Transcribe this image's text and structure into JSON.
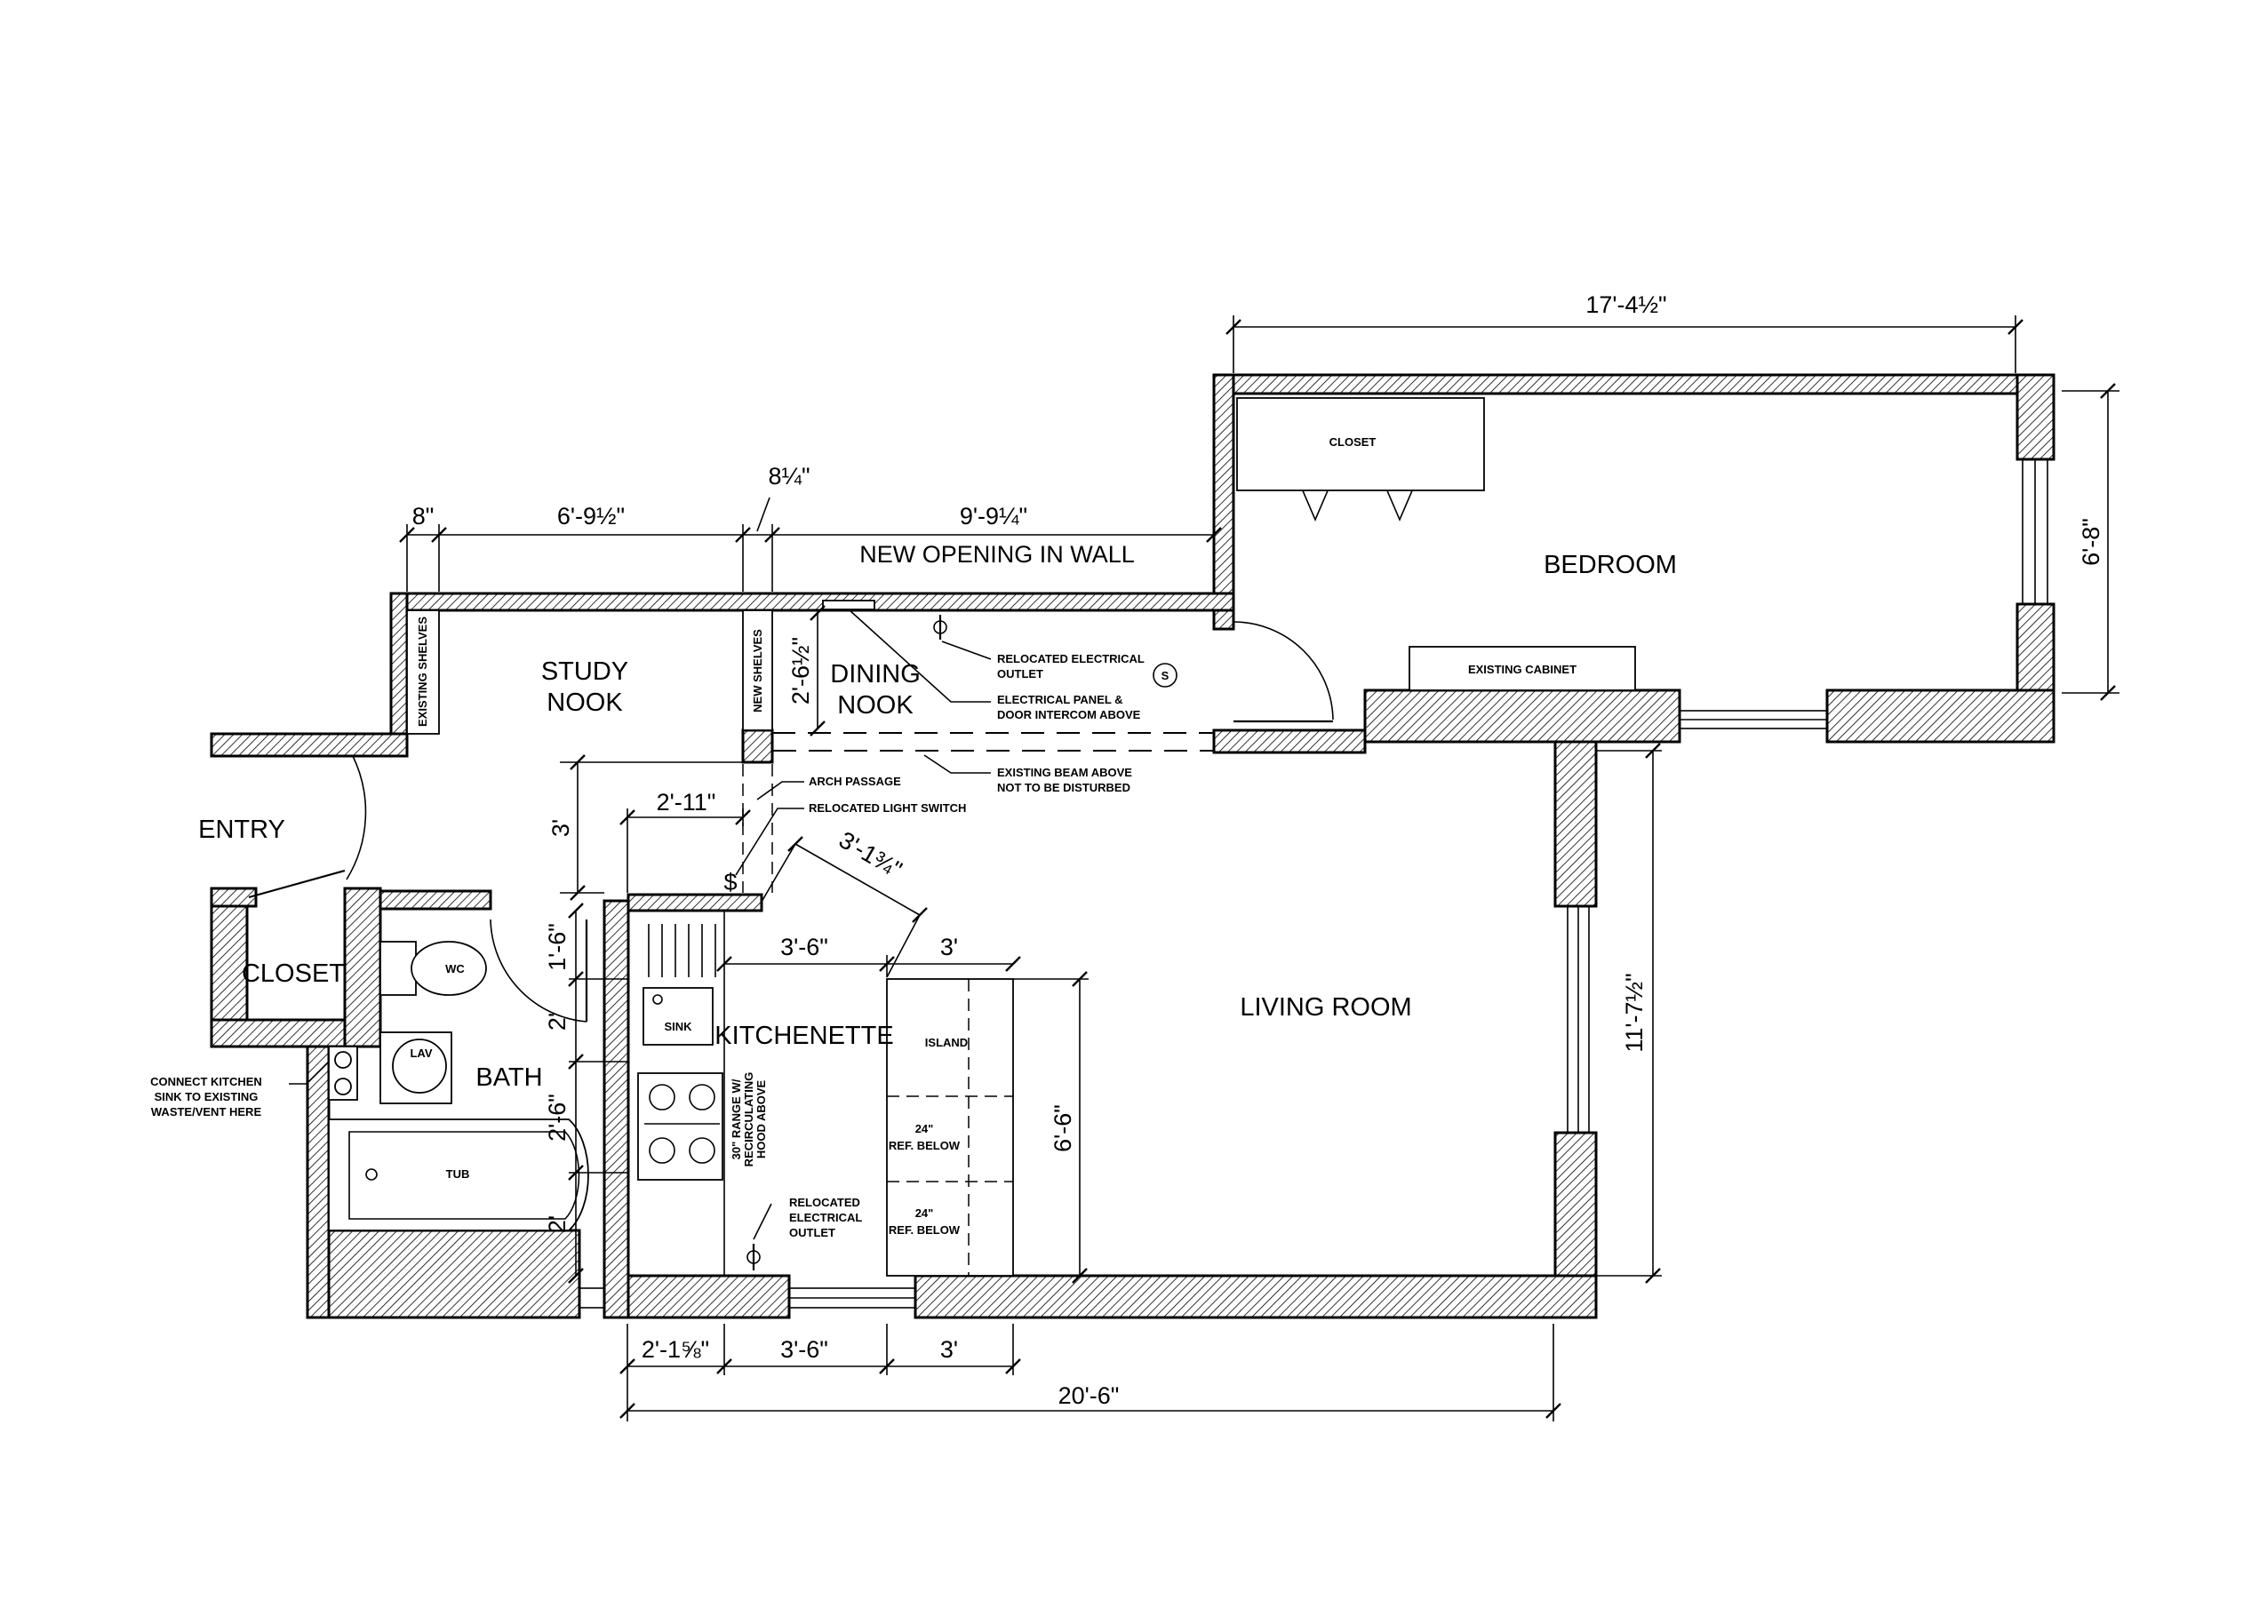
{
  "rooms": {
    "bedroom": "BEDROOM",
    "study_1": "STUDY",
    "study_2": "NOOK",
    "dining_1": "DINING",
    "dining_2": "NOOK",
    "entry": "ENTRY",
    "closet_entry": "CLOSET",
    "bath": "BATH",
    "kitchenette": "KITCHENETTE",
    "living_room": "LIVING ROOM"
  },
  "fixtures": {
    "closet_bedroom": "CLOSET",
    "existing_cabinet": "EXISTING CABINET",
    "existing_shelves": "EXISTING SHELVES",
    "new_shelves": "NEW SHELVES",
    "wc": "WC",
    "lav": "LAV",
    "tub": "TUB",
    "sink": "SINK",
    "island": "ISLAND",
    "ref_a_1": "24\"",
    "ref_a_2": "REF. BELOW",
    "ref_b_1": "24\"",
    "ref_b_2": "REF. BELOW",
    "range_1": "30\" RANGE W/",
    "range_2": "RECIRCULATING",
    "range_3": "HOOD ABOVE",
    "smoke_symbol": "S",
    "switch_symbol": "$"
  },
  "notes": {
    "new_opening": "NEW OPENING IN WALL",
    "relocated_outlet_top_1": "RELOCATED ELECTRICAL",
    "relocated_outlet_top_2": "OUTLET",
    "panel_1": "ELECTRICAL PANEL &",
    "panel_2": "DOOR INTERCOM ABOVE",
    "beam_1": "EXISTING BEAM ABOVE",
    "beam_2": "NOT TO BE DISTURBED",
    "arch": "ARCH PASSAGE",
    "switch": "RELOCATED LIGHT SWITCH",
    "outlet_kitchen_1": "RELOCATED",
    "outlet_kitchen_2": "ELECTRICAL",
    "outlet_kitchen_3": "OUTLET",
    "connect_1": "CONNECT KITCHEN",
    "connect_2": "SINK TO EXISTING",
    "connect_3": "WASTE/VENT HERE"
  },
  "dimensions": {
    "bedroom_width": "17'-4½\"",
    "bedroom_depth": "6'-8\"",
    "wall_8": "8\"",
    "study_width": "6'-9½\"",
    "partition": "8¼\"",
    "dining_width": "9'-9¼\"",
    "dining_depth": "2'-6½\"",
    "arch_width": "2'-11\"",
    "arch_depth": "3'",
    "diagonal": "3'-1¾\"",
    "run_1": "3'-6\"",
    "run_2": "3'",
    "island_length": "6'-6\"",
    "living_depth": "11'-7½\"",
    "bath_a": "1'-6\"",
    "bath_b": "2'",
    "bath_c": "2'-6\"",
    "bath_d": "2'",
    "bottom_a": "2'-1⅝\"",
    "bottom_b": "3'-6\"",
    "bottom_c": "3'",
    "overall": "20'-6\""
  }
}
